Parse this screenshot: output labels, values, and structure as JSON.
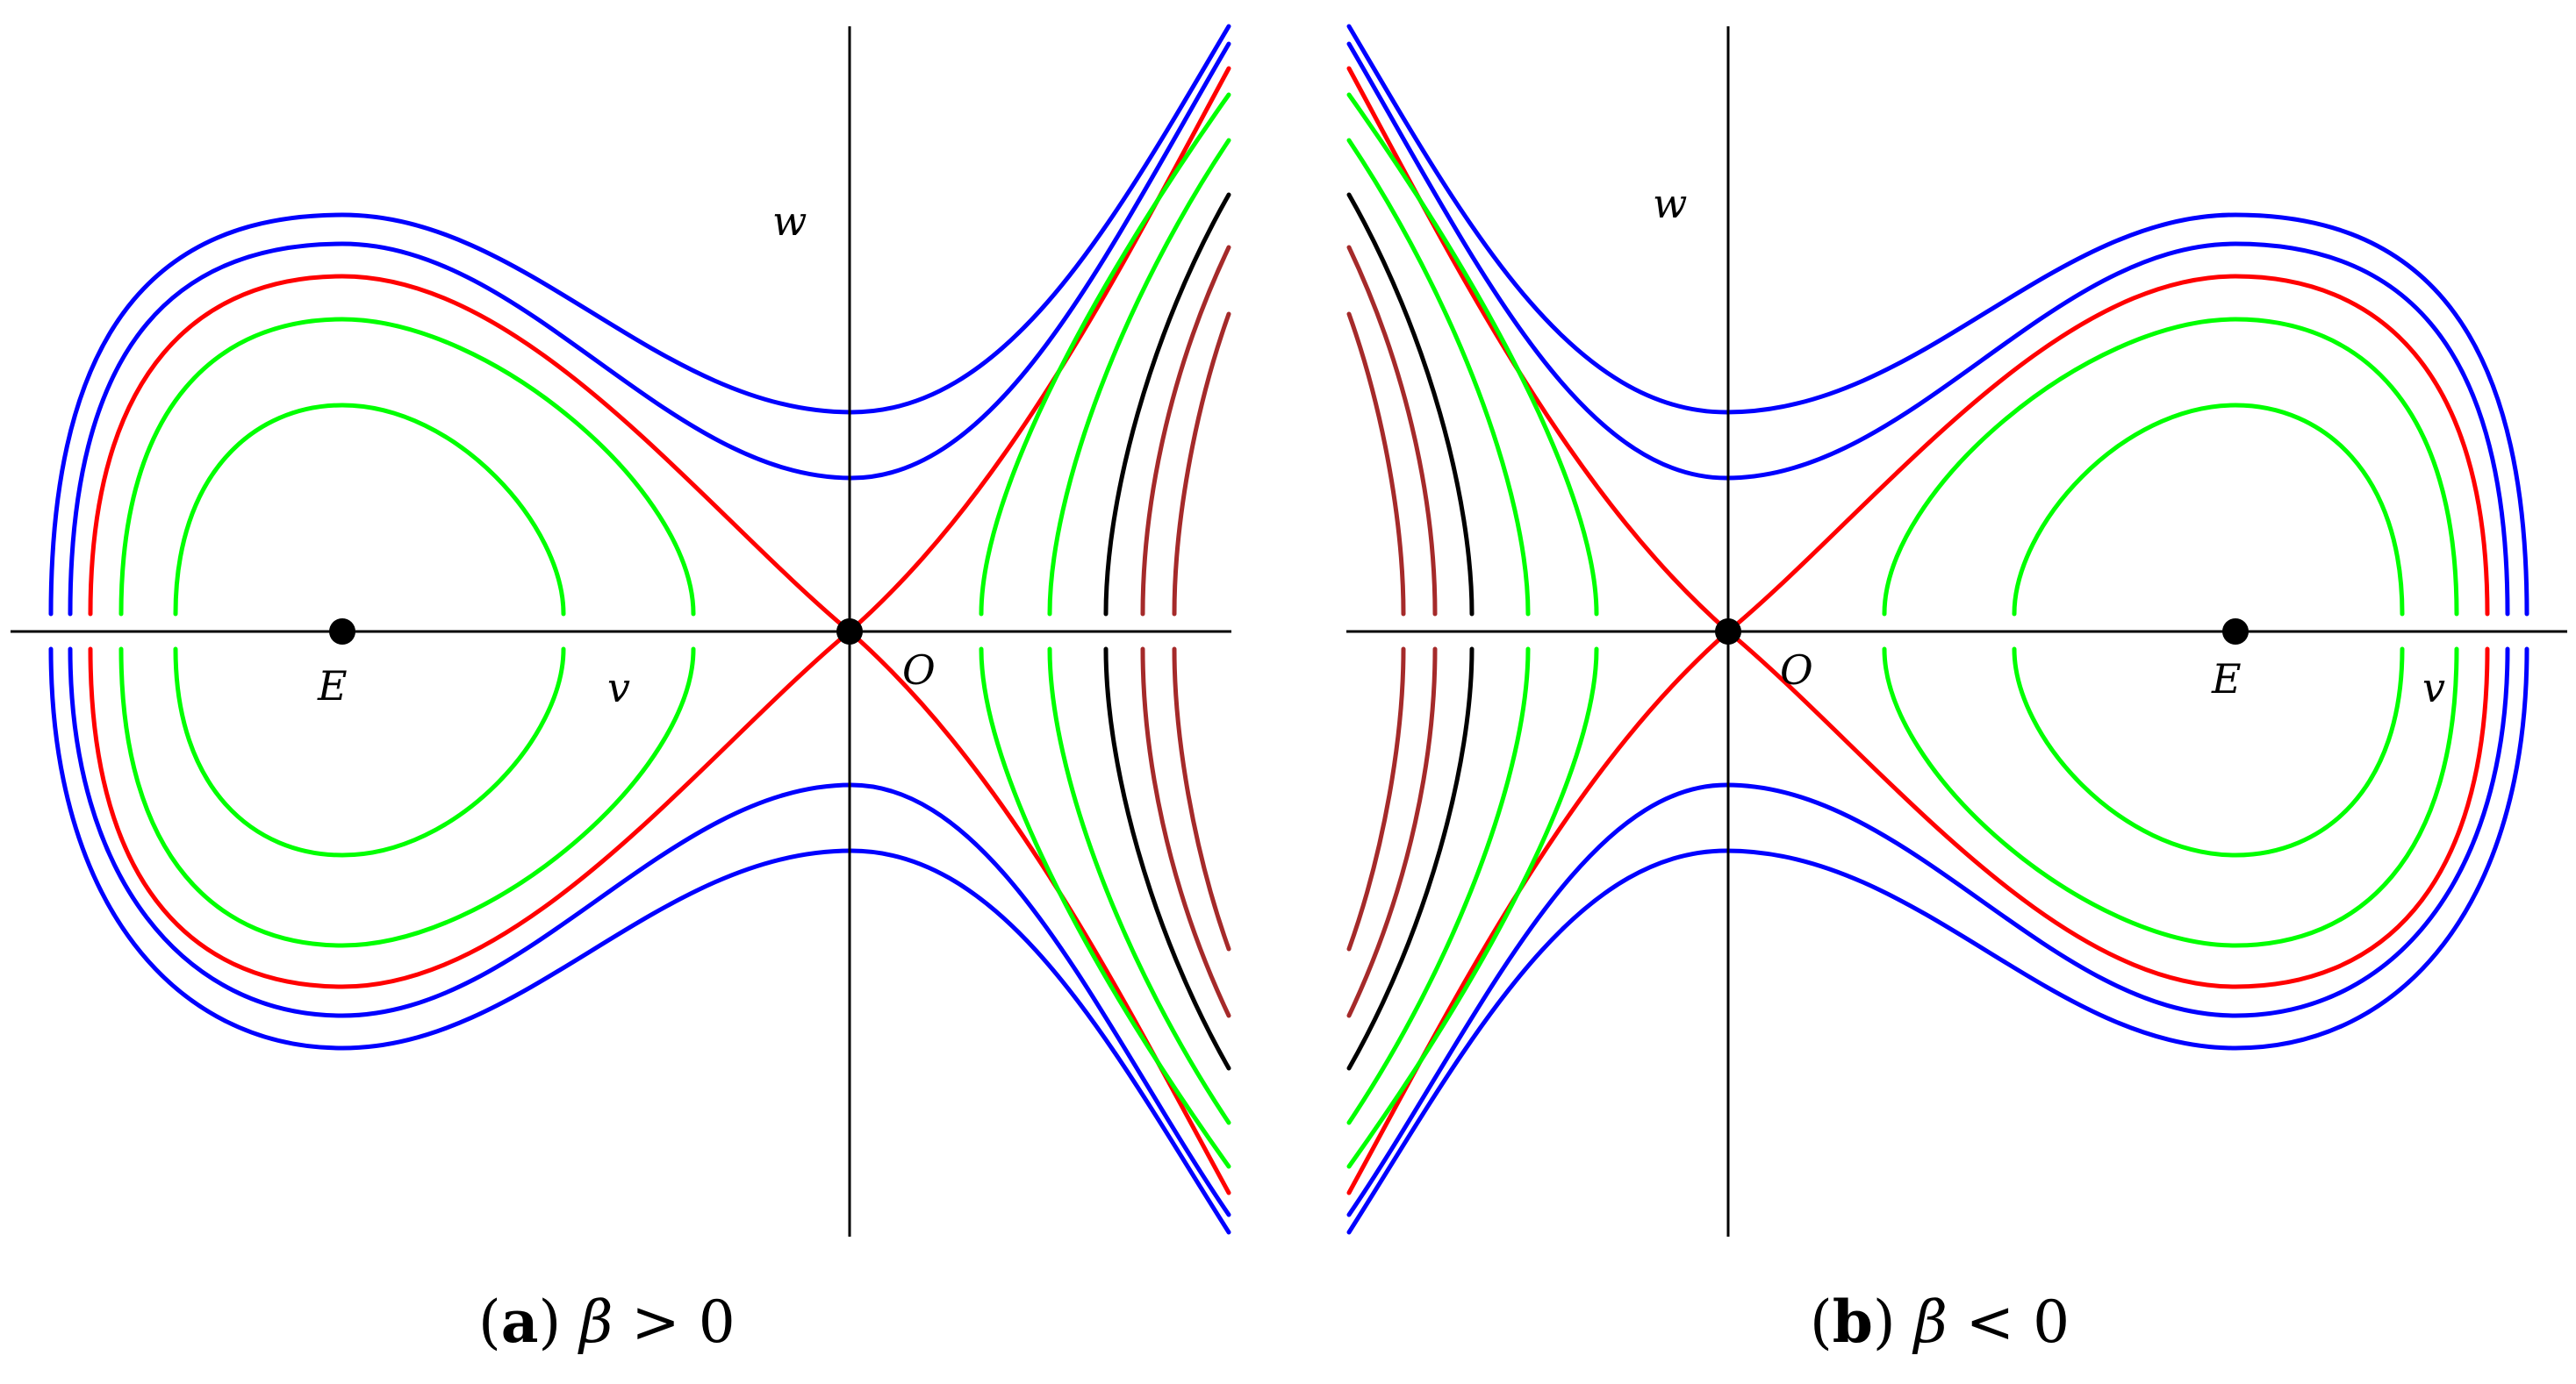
{
  "colors": {
    "separatrix": "#ff0000",
    "orbit_outer": "#0000ff",
    "orbit_inner": "#00ff00",
    "open_dark": "#000000",
    "open_brown": "#a52a2a"
  },
  "panels": [
    {
      "axis_label_h": "v",
      "axis_label_v": "w",
      "point_center": "E",
      "point_saddle": "O",
      "caption": {
        "tag": "a",
        "symbol": "β",
        "relation": ">",
        "value": "0"
      }
    },
    {
      "axis_label_h": "v",
      "axis_label_v": "w",
      "point_center": "E",
      "point_saddle": "O",
      "caption": {
        "tag": "b",
        "symbol": "β",
        "relation": "<",
        "value": "0"
      }
    }
  ]
}
